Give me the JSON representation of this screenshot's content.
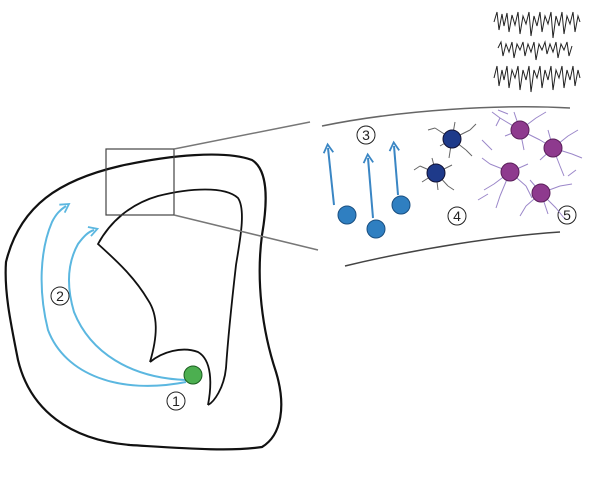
{
  "labels": {
    "l1": "1",
    "l2": "2",
    "l3": "3",
    "l4": "4",
    "l5": "5"
  },
  "colors": {
    "outline": "#111111",
    "zoom_lines": "#666666",
    "migration_arrow": "#5bb7e0",
    "radial_arrow": "#3a86c4",
    "progenitor_cell": "#4caf50",
    "migrating_cell": "#2f7fc1",
    "dark_blue_cell": "#1e3a8a",
    "purple_cell": "#8e3a8e",
    "purple_process": "#9b87c9",
    "gray_process": "#666666",
    "trace": "#222222"
  },
  "icons": {
    "progenitor": "green-circle",
    "migrating": "blue-circle",
    "interneuron": "dark-blue-circle",
    "glia": "purple-circle",
    "activity": "spike-trace"
  }
}
